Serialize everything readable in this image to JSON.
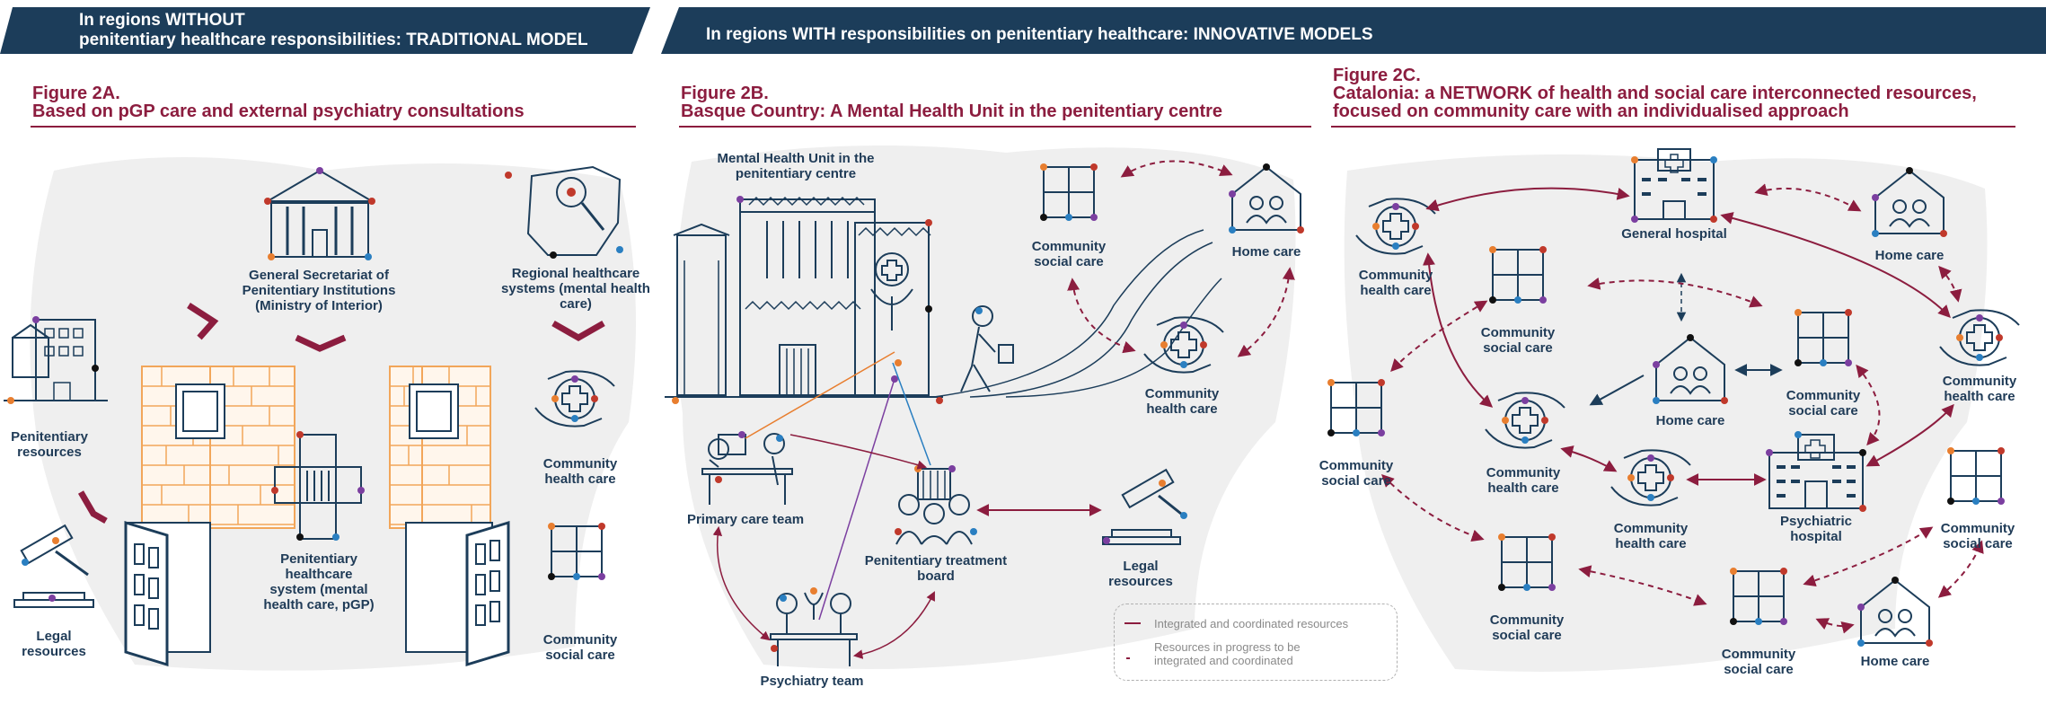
{
  "banners": {
    "left_line1": "In regions WITHOUT",
    "left_line2": "penitentiary healthcare responsibilities: TRADITIONAL MODEL",
    "right": "In regions WITH responsibilities on penitentiary healthcare: INNOVATIVE MODELS"
  },
  "fig2a": {
    "title1": "Figure 2A.",
    "title2": "Based on pGP care and external psychiatry consultations",
    "general_secretariat": "General Secretariat of Penitentiary Institutions (Ministry of Interior)",
    "regional_systems": "Regional healthcare systems (mental health care)",
    "penitentiary_resources": "Penitentiary resources",
    "penitentiary_system": "Penitentiary healthcare system (mental health care, pGP)",
    "community_health": "Community health care",
    "community_social": "Community social care",
    "legal": "Legal resources"
  },
  "fig2b": {
    "title1": "Figure 2B.",
    "title2": "Basque Country: A Mental Health Unit in the penitentiary centre",
    "mhu": "Mental Health Unit in the penitentiary centre",
    "community_social": "Community social care",
    "home_care": "Home care",
    "community_health": "Community health care",
    "primary": "Primary care team",
    "board": "Penitentiary treatment board",
    "legal": "Legal resources",
    "psychiatry": "Psychiatry team",
    "legend_integrated": "Integrated and coordinated resources",
    "legend_progress": "Resources in progress to be integrated and coordinated"
  },
  "fig2c": {
    "title1": "Figure 2C.",
    "title2": "Catalonia: a NETWORK of health and social care interconnected resources,",
    "title3": "focused on community care with an individualised approach",
    "community_health_1": "Community health care",
    "general_hospital": "General hospital",
    "home_care_1": "Home care",
    "community_social_1": "Community social care",
    "community_health_2": "Community health care",
    "home_care_center": "Home care",
    "community_social_2": "Community social care",
    "community_social_3": "Community social care",
    "community_health_3": "Community health care",
    "community_health_4": "Community health care",
    "psychiatric_hospital": "Psychiatric hospital",
    "community_social_4": "Community social care",
    "community_social_5": "Community social care",
    "community_social_6": "Community social care",
    "home_care_2": "Home care"
  },
  "colors": {
    "navy": "#1c3d5a",
    "maroon": "#8c1d3f",
    "brick": "#f2a65a",
    "map": "#eeeeee",
    "node_orange": "#e87e2f",
    "node_red": "#c0392b",
    "node_purple": "#7b3fa0",
    "node_blue": "#2a7fc1"
  }
}
